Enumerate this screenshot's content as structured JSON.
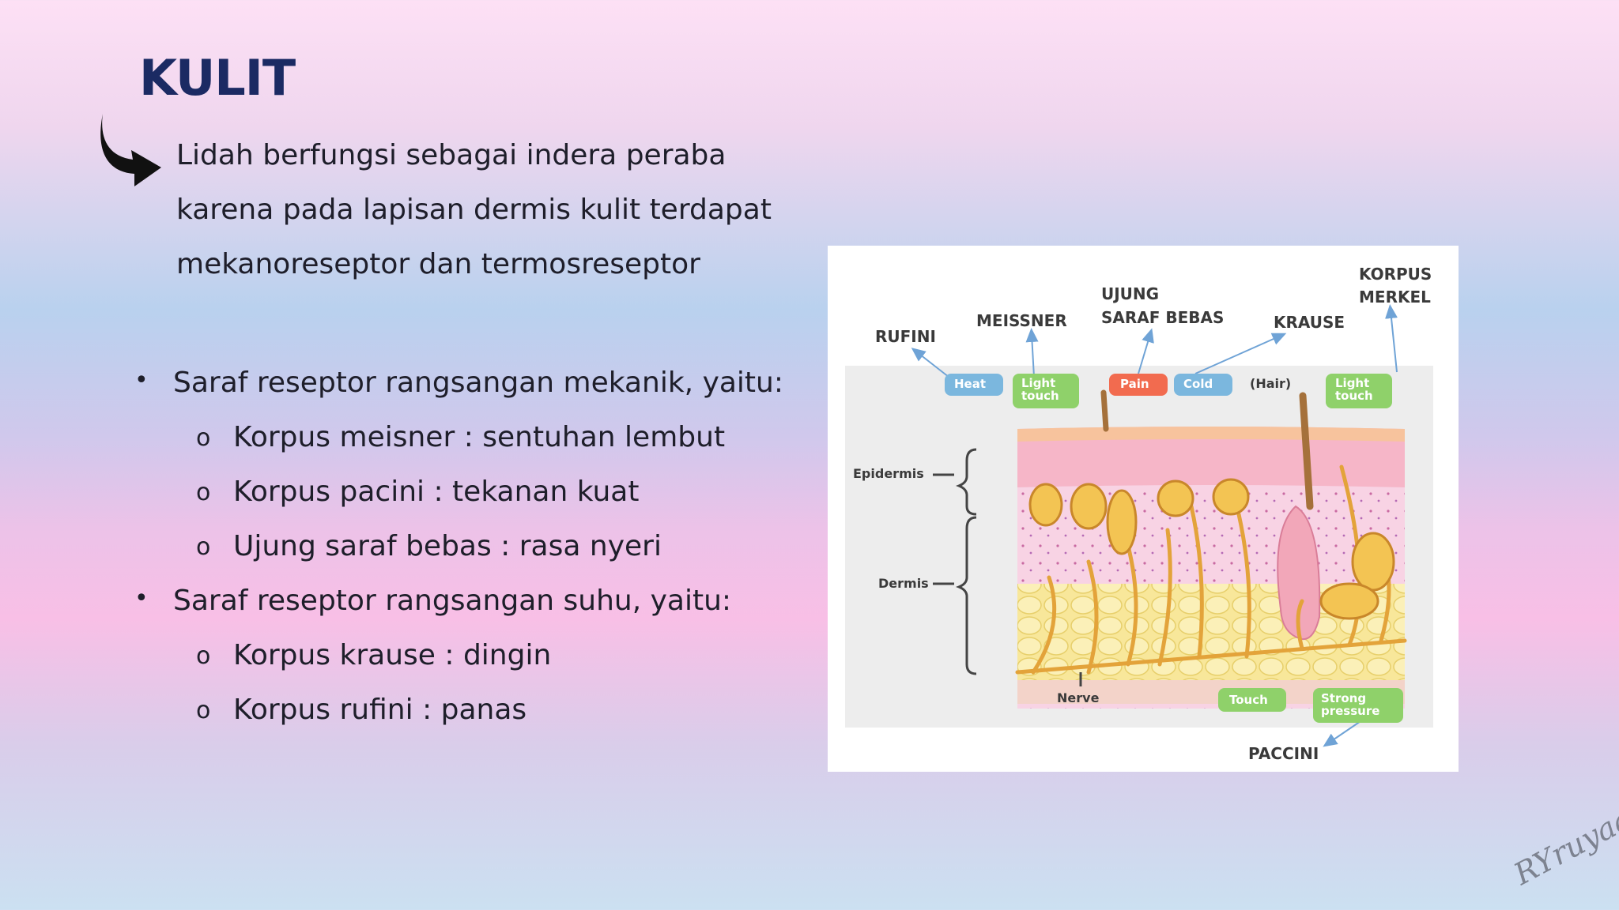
{
  "title": "KULIT",
  "intro": {
    "line1": "Lidah berfungsi sebagai indera peraba",
    "line2": "karena pada lapisan dermis kulit terdapat",
    "line3": "mekanoreseptor dan termosreseptor"
  },
  "list": [
    {
      "marker": "•",
      "text": "Saraf reseptor rangsangan mekanik, yaitu:",
      "items": [
        {
          "marker": "o",
          "text": "Korpus meisner : sentuhan lembut"
        },
        {
          "marker": "o",
          "text": "Korpus pacini : tekanan kuat"
        },
        {
          "marker": "o",
          "text": "Ujung saraf bebas : rasa nyeri"
        }
      ]
    },
    {
      "marker": "•",
      "text": "Saraf reseptor rangsangan suhu, yaitu:",
      "items": [
        {
          "marker": "o",
          "text": "Korpus krause : dingin"
        },
        {
          "marker": "o",
          "text": "Korpus rufini : panas"
        }
      ]
    }
  ],
  "diagram": {
    "labels": {
      "rufini": "RUFINI",
      "meissner": "MEISSNER",
      "ujung_1": "UJUNG",
      "ujung_2": "SARAF BEBAS",
      "krause": "KRAUSE",
      "korpus": "KORPUS",
      "merkel": "MERKEL",
      "paccini": "PACCINI",
      "epidermis": "Epidermis",
      "dermis": "Dermis",
      "nerve": "Nerve"
    },
    "tags": {
      "heat": "Heat",
      "light_touch_1a": "Light",
      "light_touch_1b": "touch",
      "pain": "Pain",
      "cold": "Cold",
      "hair": "(Hair)",
      "light_touch_2a": "Light",
      "light_touch_2b": "touch",
      "touch": "Touch",
      "strong_a": "Strong",
      "strong_b": "pressure"
    },
    "colors": {
      "heat": "#7bb7de",
      "light_touch": "#8fd16a",
      "pain": "#f26b4f",
      "cold": "#7bb7de",
      "touch": "#8fd16a",
      "strong_pressure": "#8fd16a",
      "nerve": "#e3a33a",
      "epidermis": "#f6b6c8",
      "dermis": "#f8d3e4",
      "fat": "#f8e79a"
    }
  },
  "watermark": "RYruyaa"
}
